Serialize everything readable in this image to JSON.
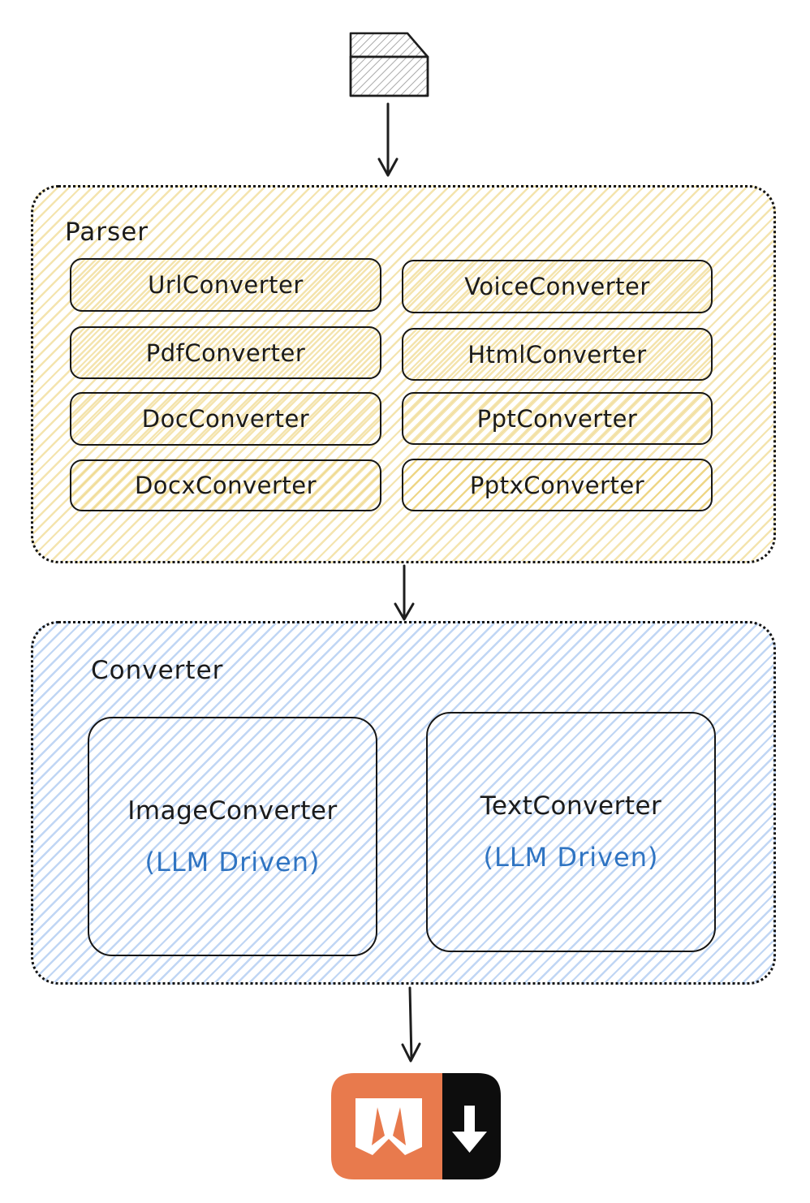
{
  "parser": {
    "label": "Parser",
    "boxes": [
      "UrlConverter",
      "VoiceConverter",
      "PdfConverter",
      "HtmlConverter",
      "DocConverter",
      "PptConverter",
      "DocxConverter",
      "PptxConverter"
    ]
  },
  "converter": {
    "label": "Converter",
    "boxes": [
      {
        "name": "ImageConverter",
        "note": "(LLM Driven)"
      },
      {
        "name": "TextConverter",
        "note": "(LLM Driven)"
      }
    ]
  },
  "icons": {
    "input": "folder-icon",
    "output": "markitdown-logo"
  },
  "colors": {
    "ink": "#1b1b1b",
    "yellow_hatch": "#E9C95E",
    "blue_hatch": "#8CB4EB",
    "llm_note_blue": "#2F74C2",
    "logo_orange": "#E87A4D",
    "logo_black": "#0D0D0D"
  }
}
